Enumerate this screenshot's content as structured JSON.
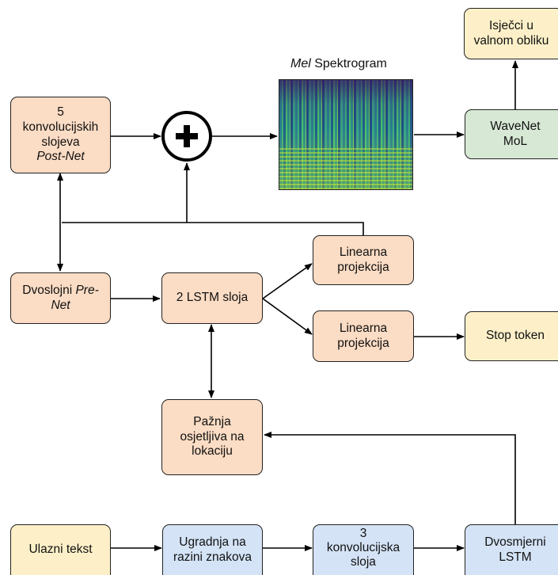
{
  "nodes": {
    "postnet": {
      "l1": "5",
      "l2": "konvolucijskih",
      "l3": "slojeva",
      "l4": "Post-Net"
    },
    "prenet": {
      "l1": "Dvoslojni ",
      "l1b": "Pre-",
      "l2": "Net"
    },
    "lstm2": {
      "l1": "2 LSTM sloja"
    },
    "linproj1": {
      "l1": "Linearna",
      "l2": "projekcija"
    },
    "linproj2": {
      "l1": "Linearna",
      "l2": "projekcija"
    },
    "stop": {
      "l1": "Stop token"
    },
    "wavenet": {
      "l1": "WaveNet",
      "l2": "MoL"
    },
    "isjecci": {
      "l1": "Isječci u",
      "l2": "valnom obliku"
    },
    "paznja": {
      "l1": "Pažnja",
      "l2": "osjetljiva na",
      "l3": "lokaciju"
    },
    "ulazni": {
      "l1": "Ulazni tekst"
    },
    "ugradnja": {
      "l1": "Ugradnja na",
      "l2": "razini znakova"
    },
    "konv3": {
      "l1": "3",
      "l2": "konvolucijska",
      "l3": "sloja"
    },
    "dvosmjerni": {
      "l1": "Dvosmjerni",
      "l2": "LSTM"
    }
  },
  "spectrogram": {
    "caption_italic": "Mel",
    "caption_rest": " Spektrogram"
  },
  "colors": {
    "orange": "#fbdcc4",
    "yellow": "#fdf0c8",
    "green": "#d7e9d5",
    "blue": "#d4e3f6",
    "stroke": "#222222"
  },
  "icons": {
    "sum": "plus-circle-icon"
  }
}
